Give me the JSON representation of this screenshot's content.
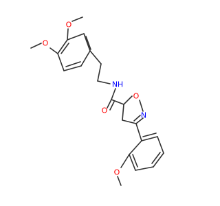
{
  "molecule": {
    "atom_labels": {
      "o_methoxy_top": "O",
      "o_methoxy_left": "O",
      "n_amide": "N",
      "h_amide": "H",
      "o_carbonyl": "O",
      "o_ring": "O",
      "n_ring": "N",
      "o_methoxy_bottom": "O"
    },
    "colors": {
      "bond": "#303030",
      "oxygen": "#ff0000",
      "nitrogen": "#0000ff"
    }
  }
}
